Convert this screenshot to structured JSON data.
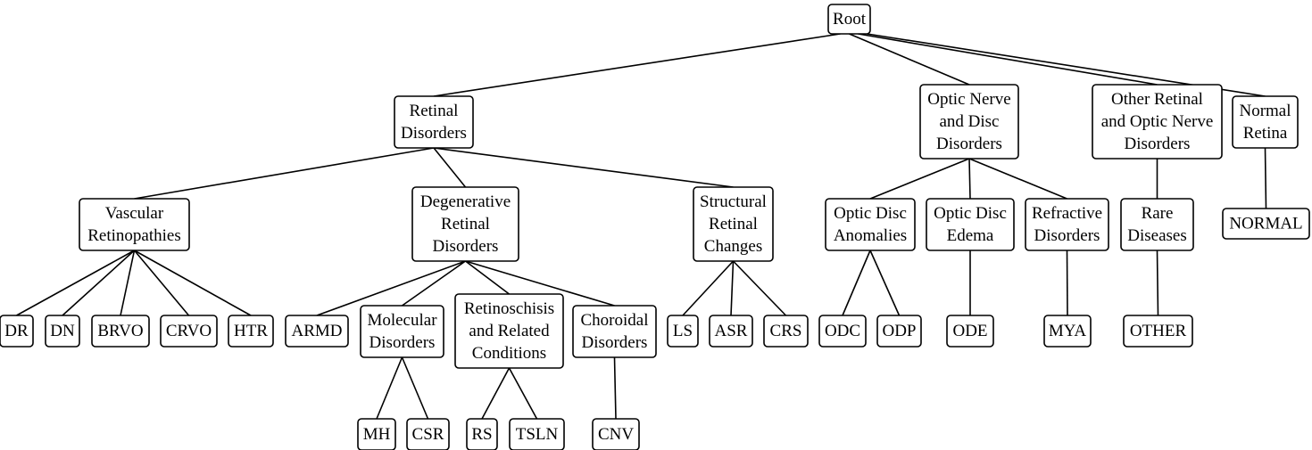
{
  "tree": {
    "nodes": [
      {
        "id": "root",
        "lines": [
          "Root"
        ]
      },
      {
        "id": "retinal-disorders",
        "lines": [
          "Retinal",
          "Disorders"
        ]
      },
      {
        "id": "optic-nerve-disc-disorders",
        "lines": [
          "Optic Nerve",
          "and Disc",
          "Disorders"
        ]
      },
      {
        "id": "other-retinal-optic-nerve-disorders",
        "lines": [
          "Other Retinal",
          "and Optic Nerve",
          "Disorders"
        ]
      },
      {
        "id": "normal-retina",
        "lines": [
          "Normal",
          "Retina"
        ]
      },
      {
        "id": "vascular-retinopathies",
        "lines": [
          "Vascular",
          "Retinopathies"
        ]
      },
      {
        "id": "degenerative-retinal-disorders",
        "lines": [
          "Degenerative",
          "Retinal",
          "Disorders"
        ]
      },
      {
        "id": "structural-retinal-changes",
        "lines": [
          "Structural",
          "Retinal",
          "Changes"
        ]
      },
      {
        "id": "optic-disc-anomalies",
        "lines": [
          "Optic Disc",
          "Anomalies"
        ]
      },
      {
        "id": "optic-disc-edema",
        "lines": [
          "Optic Disc",
          "Edema"
        ]
      },
      {
        "id": "refractive-disorders",
        "lines": [
          "Refractive",
          "Disorders"
        ]
      },
      {
        "id": "rare-diseases",
        "lines": [
          "Rare",
          "Diseases"
        ]
      },
      {
        "id": "normal",
        "lines": [
          "NORMAL"
        ]
      },
      {
        "id": "dr",
        "lines": [
          "DR"
        ]
      },
      {
        "id": "dn",
        "lines": [
          "DN"
        ]
      },
      {
        "id": "brvo",
        "lines": [
          "BRVO"
        ]
      },
      {
        "id": "crvo",
        "lines": [
          "CRVO"
        ]
      },
      {
        "id": "htr",
        "lines": [
          "HTR"
        ]
      },
      {
        "id": "armd",
        "lines": [
          "ARMD"
        ]
      },
      {
        "id": "molecular-disorders",
        "lines": [
          "Molecular",
          "Disorders"
        ]
      },
      {
        "id": "retinoschisis",
        "lines": [
          "Retinoschisis",
          "and Related",
          "Conditions"
        ]
      },
      {
        "id": "choroidal-disorders",
        "lines": [
          "Choroidal",
          "Disorders"
        ]
      },
      {
        "id": "ls",
        "lines": [
          "LS"
        ]
      },
      {
        "id": "asr",
        "lines": [
          "ASR"
        ]
      },
      {
        "id": "crs",
        "lines": [
          "CRS"
        ]
      },
      {
        "id": "odc",
        "lines": [
          "ODC"
        ]
      },
      {
        "id": "odp",
        "lines": [
          "ODP"
        ]
      },
      {
        "id": "ode",
        "lines": [
          "ODE"
        ]
      },
      {
        "id": "mya",
        "lines": [
          "MYA"
        ]
      },
      {
        "id": "other",
        "lines": [
          "OTHER"
        ]
      },
      {
        "id": "mh",
        "lines": [
          "MH"
        ]
      },
      {
        "id": "csr",
        "lines": [
          "CSR"
        ]
      },
      {
        "id": "rs",
        "lines": [
          "RS"
        ]
      },
      {
        "id": "tsln",
        "lines": [
          "TSLN"
        ]
      },
      {
        "id": "cnv",
        "lines": [
          "CNV"
        ]
      }
    ],
    "edges": [
      [
        "root",
        "retinal-disorders"
      ],
      [
        "root",
        "optic-nerve-disc-disorders"
      ],
      [
        "root",
        "other-retinal-optic-nerve-disorders"
      ],
      [
        "root",
        "normal-retina"
      ],
      [
        "retinal-disorders",
        "vascular-retinopathies"
      ],
      [
        "retinal-disorders",
        "degenerative-retinal-disorders"
      ],
      [
        "retinal-disorders",
        "structural-retinal-changes"
      ],
      [
        "vascular-retinopathies",
        "dr"
      ],
      [
        "vascular-retinopathies",
        "dn"
      ],
      [
        "vascular-retinopathies",
        "brvo"
      ],
      [
        "vascular-retinopathies",
        "crvo"
      ],
      [
        "vascular-retinopathies",
        "htr"
      ],
      [
        "degenerative-retinal-disorders",
        "armd"
      ],
      [
        "degenerative-retinal-disorders",
        "molecular-disorders"
      ],
      [
        "degenerative-retinal-disorders",
        "retinoschisis"
      ],
      [
        "degenerative-retinal-disorders",
        "choroidal-disorders"
      ],
      [
        "molecular-disorders",
        "mh"
      ],
      [
        "molecular-disorders",
        "csr"
      ],
      [
        "retinoschisis",
        "rs"
      ],
      [
        "retinoschisis",
        "tsln"
      ],
      [
        "choroidal-disorders",
        "cnv"
      ],
      [
        "structural-retinal-changes",
        "ls"
      ],
      [
        "structural-retinal-changes",
        "asr"
      ],
      [
        "structural-retinal-changes",
        "crs"
      ],
      [
        "optic-nerve-disc-disorders",
        "optic-disc-anomalies"
      ],
      [
        "optic-nerve-disc-disorders",
        "optic-disc-edema"
      ],
      [
        "optic-nerve-disc-disorders",
        "refractive-disorders"
      ],
      [
        "optic-disc-anomalies",
        "odc"
      ],
      [
        "optic-disc-anomalies",
        "odp"
      ],
      [
        "optic-disc-edema",
        "ode"
      ],
      [
        "refractive-disorders",
        "mya"
      ],
      [
        "other-retinal-optic-nerve-disorders",
        "rare-diseases"
      ],
      [
        "rare-diseases",
        "other"
      ],
      [
        "normal-retina",
        "normal"
      ]
    ]
  }
}
